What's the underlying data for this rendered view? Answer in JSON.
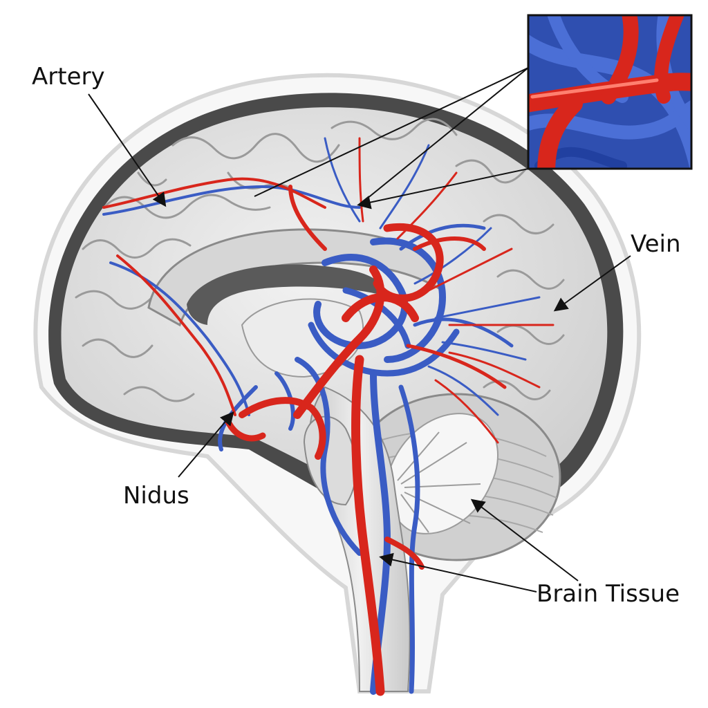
{
  "labels": {
    "artery": "Artery",
    "vein": "Vein",
    "nidus": "Nidus",
    "brain_tissue": "Brain Tissue"
  },
  "colors": {
    "artery": "#d8261c",
    "vein": "#3a5cc4",
    "tissue": "#e6e6e6",
    "skull": "#4a4a4a",
    "ventricle": "#5a5a5a"
  }
}
